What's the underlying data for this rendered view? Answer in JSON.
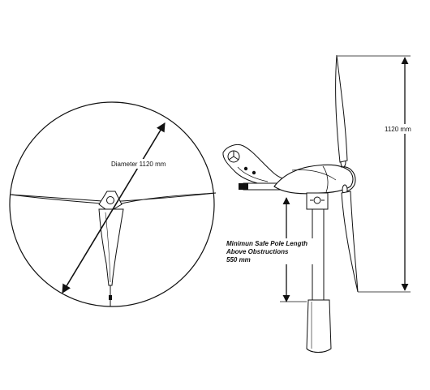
{
  "labels": {
    "diameter": "Diameter 1120 mm",
    "height": "1120 mm",
    "pole_line1": "Minimun Safe Pole Length",
    "pole_line2": "Above Obstructions",
    "pole_line3": "550 mm"
  },
  "colors": {
    "stroke": "#111111",
    "background": "#ffffff"
  }
}
